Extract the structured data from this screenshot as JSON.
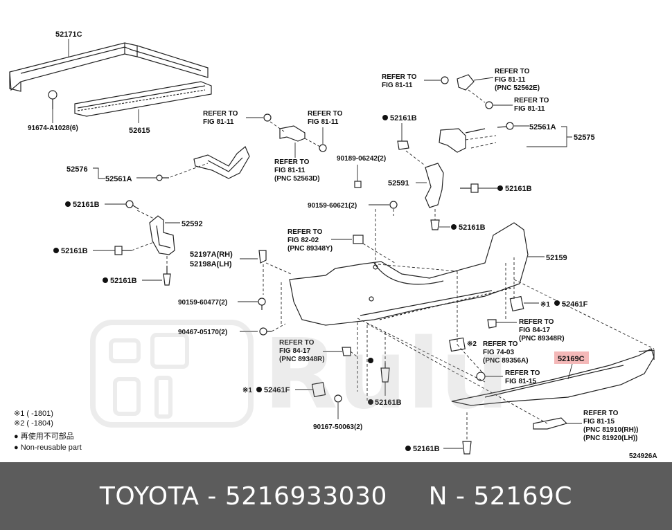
{
  "labels": {
    "p52171C": "52171C",
    "p91674": "91674-A1028(6)",
    "p52615": "52615",
    "p52576": "52576",
    "p52561A_left": "52561A",
    "p52161B_l1": "52161B",
    "p52592": "52592",
    "p52161B_l2": "52161B",
    "p52161B_l3": "52161B",
    "p52197A": "52197A(RH)",
    "p52198A": "52198A(LH)",
    "p90159_60477": "90159-60477(2)",
    "p90467": "90467-05170(2)",
    "p90189": "90189-06242(2)",
    "p90159_60621": "90159-60621(2)",
    "p52161B_m1": "52161B",
    "p52591": "52591",
    "p52161B_m2": "52161B",
    "p52161B_m3": "52161B",
    "p52561A_right": "52561A",
    "p52575": "52575",
    "p52159": "52159",
    "p52461F_r": "52461F",
    "p52461F_l": "52461F",
    "p52169C": "52169C",
    "p52161B_b1": "52161B",
    "p52161B_b2": "52161B",
    "p90167": "90167-50063(2)",
    "p524926A": "524926A",
    "mark1": "※1",
    "mark2": "※2"
  },
  "refer_blocks": {
    "r1": [
      "REFER TO",
      "FIG 81-11"
    ],
    "r2": [
      "REFER TO",
      "FIG 81-11",
      "(PNC 52562E)"
    ],
    "r3": [
      "REFER TO",
      "FIG 81-11"
    ],
    "r4": [
      "REFER TO",
      "FIG 81-11"
    ],
    "r5": [
      "REFER TO",
      "FIG 81-11"
    ],
    "r6": [
      "REFER TO",
      "FIG 81-11",
      "(PNC 52563D)"
    ],
    "r7": [
      "REFER TO",
      "FIG 82-02",
      "(PNC 89348Y)"
    ],
    "r8": [
      "REFER TO",
      "FIG 84-17",
      "(PNC 89348R)"
    ],
    "r9": [
      "REFER TO",
      "FIG 84-17",
      "(PNC 89348R)"
    ],
    "r10": [
      "REFER TO",
      "FIG 74-03",
      "(PNC 89356A)"
    ],
    "r11": [
      "REFER TO",
      "FIG 81-15"
    ],
    "r12": [
      "REFER TO",
      "FIG 81-15",
      "(PNC 81910(RH))",
      "(PNC 81920(LH))"
    ]
  },
  "legend": {
    "line1": "※1 (      -1801)",
    "line2": "※2 (      -1804)",
    "line3": "● 再使用不可部品",
    "line4": "● Non-reusable part"
  },
  "watermark": "Rulu",
  "footer": {
    "text": "TOYOTA - 5216933030     N - 52169C"
  },
  "colors": {
    "footer_bg": "#5c5c5c",
    "highlight": "#f4b8b8"
  }
}
